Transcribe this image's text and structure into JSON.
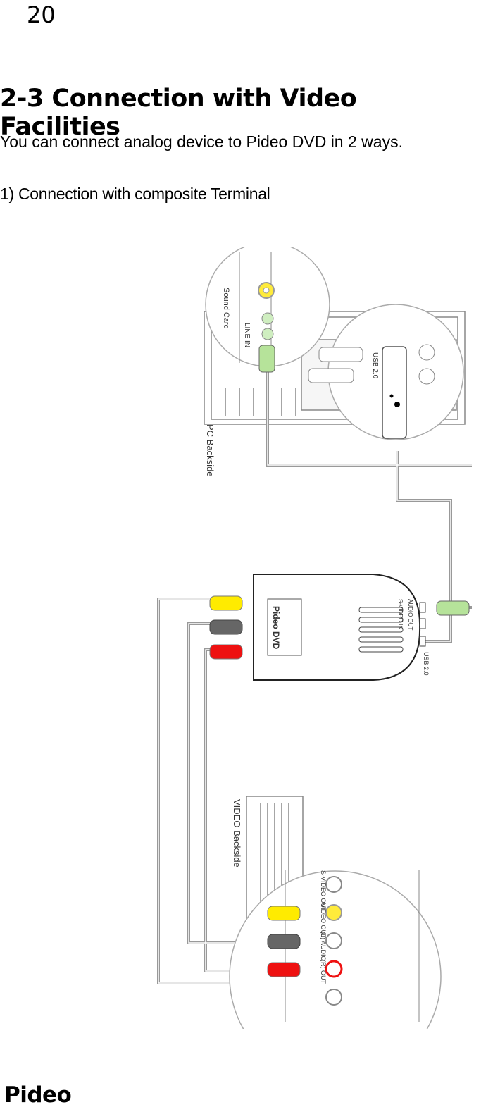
{
  "page_number": "20",
  "section_title": "2-3 Connection with Video Facilities",
  "intro_text": "You can connect analog device to Pideo DVD in 2 ways.",
  "subheading": "1) Connection with composite Terminal",
  "diagram": {
    "pc_backside": "PC Backside",
    "sound_card": "Sound Card",
    "line_in": "LINE IN",
    "usb_port": "USB 2.0",
    "device_brand": "Pideo DVD",
    "device_audio_out": "AUDIO OUT",
    "device_svideo_in": "S-VIDEO IN",
    "device_usb": "USB 2.0",
    "video_backside": "VIDEO Backside",
    "svideo_out": "S-VIDEO OUT",
    "video_out": "VIDEO OUT",
    "audio_l": "(L) AUDIO",
    "audio_r": "(R) OUT"
  },
  "footer_logo": "Pideo"
}
